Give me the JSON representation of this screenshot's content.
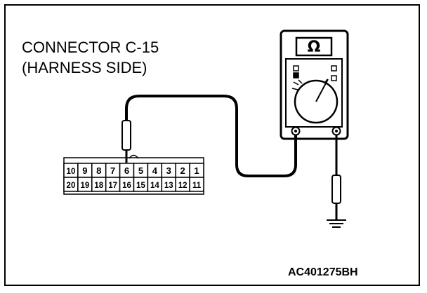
{
  "connector": {
    "title_line1": "CONNECTOR C-15",
    "title_line2": "(HARNESS SIDE)",
    "top_row": [
      "10",
      "9",
      "8",
      "7",
      "6",
      "5",
      "4",
      "3",
      "2",
      "1"
    ],
    "bottom_row": [
      "20",
      "19",
      "18",
      "17",
      "16",
      "15",
      "14",
      "13",
      "12",
      "11"
    ],
    "probed_pin": "6"
  },
  "meter": {
    "display_symbol": "Ω",
    "icon": "ohmmeter-icon"
  },
  "ground": {
    "icon": "ground-symbol-icon"
  },
  "figure_code": "AC401275BH",
  "colors": {
    "line": "#000000",
    "background": "#ffffff"
  }
}
